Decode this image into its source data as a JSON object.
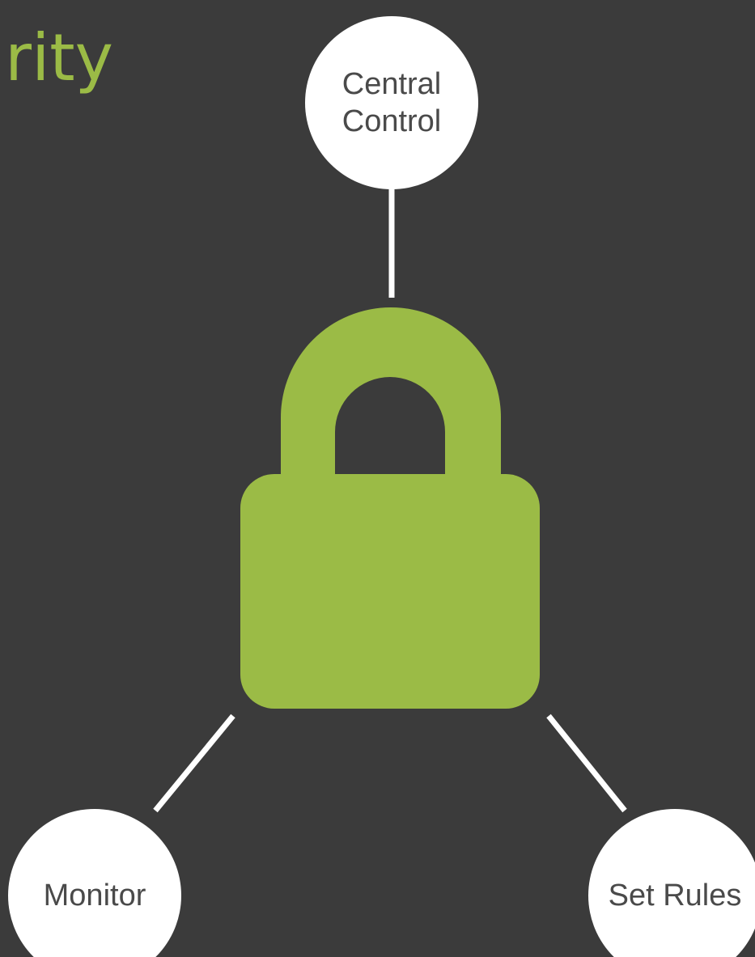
{
  "slide": {
    "title": "rity",
    "background_color": "#3b3b3b",
    "accent_color": "#9bbb46"
  },
  "diagram": {
    "center_icon": "lock-icon",
    "nodes": {
      "top": "Central\nControl",
      "bottom_left": "Monitor",
      "bottom_right": "Set Rules"
    }
  }
}
